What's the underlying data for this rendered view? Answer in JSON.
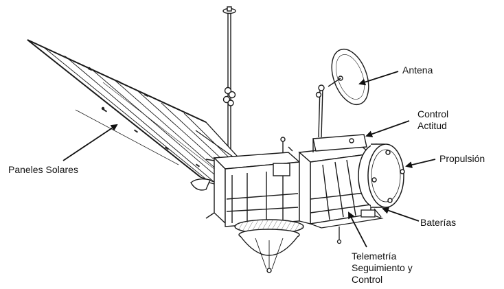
{
  "labels": {
    "antena": "Antena",
    "control_actitud": [
      "Control",
      "Actitud"
    ],
    "propulsion": "Propulsión",
    "paneles_solares": "Paneles Solares",
    "baterias": "Baterías",
    "telemetria": [
      "Telemetría",
      "Seguimiento y",
      "Control"
    ]
  },
  "colors": {
    "ink": "#111111",
    "line": "#1a1a1a",
    "background": "#ffffff"
  }
}
